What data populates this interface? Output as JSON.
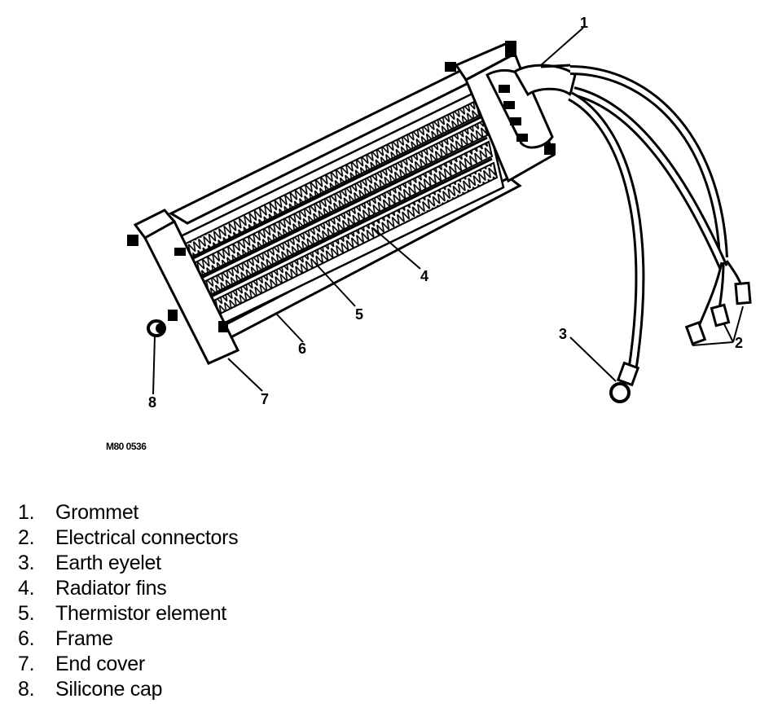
{
  "figure_code": "M80 0536",
  "callouts": [
    "1",
    "2",
    "3",
    "4",
    "5",
    "6",
    "7",
    "8"
  ],
  "legend": [
    {
      "num": "1.",
      "label": "Grommet"
    },
    {
      "num": "2.",
      "label": "Electrical connectors"
    },
    {
      "num": "3.",
      "label": "Earth eyelet"
    },
    {
      "num": "4.",
      "label": "Radiator fins"
    },
    {
      "num": "5.",
      "label": "Thermistor element"
    },
    {
      "num": "6.",
      "label": "Frame"
    },
    {
      "num": "7.",
      "label": "End cover"
    },
    {
      "num": "8.",
      "label": "Silicone cap"
    }
  ]
}
